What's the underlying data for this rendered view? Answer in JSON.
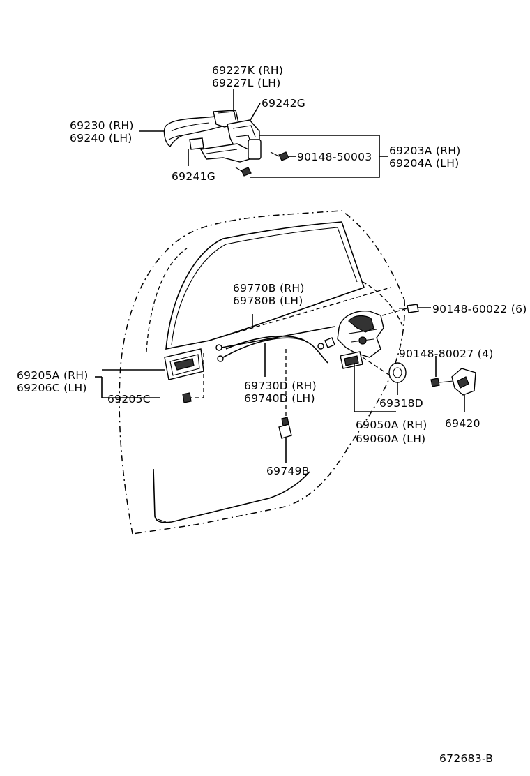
{
  "diagram": {
    "ref_code": "672683-B",
    "labels": {
      "p69227": "69227K (RH)",
      "p69227l": "69227L (LH)",
      "p69242g": "69242G",
      "p69230": "69230 (RH)",
      "p69240": "69240 (LH)",
      "p90148_50003": "90148-50003",
      "p69203a": "69203A (RH)",
      "p69204a": "69204A (LH)",
      "p69241g": "69241G",
      "p69770b": "69770B (RH)",
      "p69780b": "69780B (LH)",
      "p90148_60022": "90148-60022 (6)",
      "p90148_80027": "90148-80027 (4)",
      "p69205a": "69205A (RH)",
      "p69206c": "69206C (LH)",
      "p69205c": "69205C",
      "p69730d": "69730D (RH)",
      "p69740d": "69740D (LH)",
      "p69318d": "69318D",
      "p69420": "69420",
      "p69050a": "69050A (RH)",
      "p69060a": "69060A (LH)",
      "p69749b": "69749B"
    }
  }
}
